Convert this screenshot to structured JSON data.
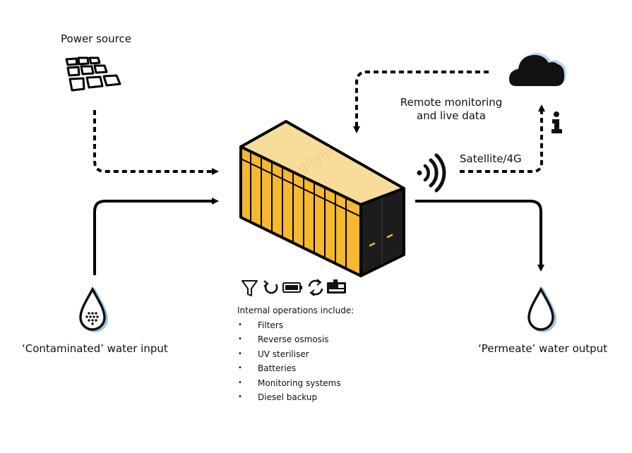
{
  "labels": {
    "power_source": "Power source",
    "remote_monitoring_line1": "Remote monitoring",
    "remote_monitoring_line2": "and live data",
    "satellite": "Satellite/4G",
    "contaminated_input": "‘Contaminated’ water input",
    "permeate_output": "‘Permeate’ water output",
    "container_brand": "gilghi"
  },
  "operations": {
    "title": "Internal operations include:",
    "items": [
      "Filters",
      "Reverse osmosis",
      "UV steriliser",
      "Batteries",
      "Monitoring systems",
      "Diesel backup"
    ]
  },
  "icons": [
    "filter-icon",
    "refresh-icon",
    "battery-icon",
    "recycle-icon",
    "diesel-generator-icon",
    "info-icon",
    "cloud-icon",
    "wireless-signal-icon",
    "solar-panel-icon",
    "water-drop-icon"
  ],
  "colors": {
    "container_body": "#f5b82e",
    "container_top": "#f8dc9a",
    "container_dark": "#1a1a1a",
    "line": "#000000",
    "drop_shadow": "#9fc4e8"
  }
}
